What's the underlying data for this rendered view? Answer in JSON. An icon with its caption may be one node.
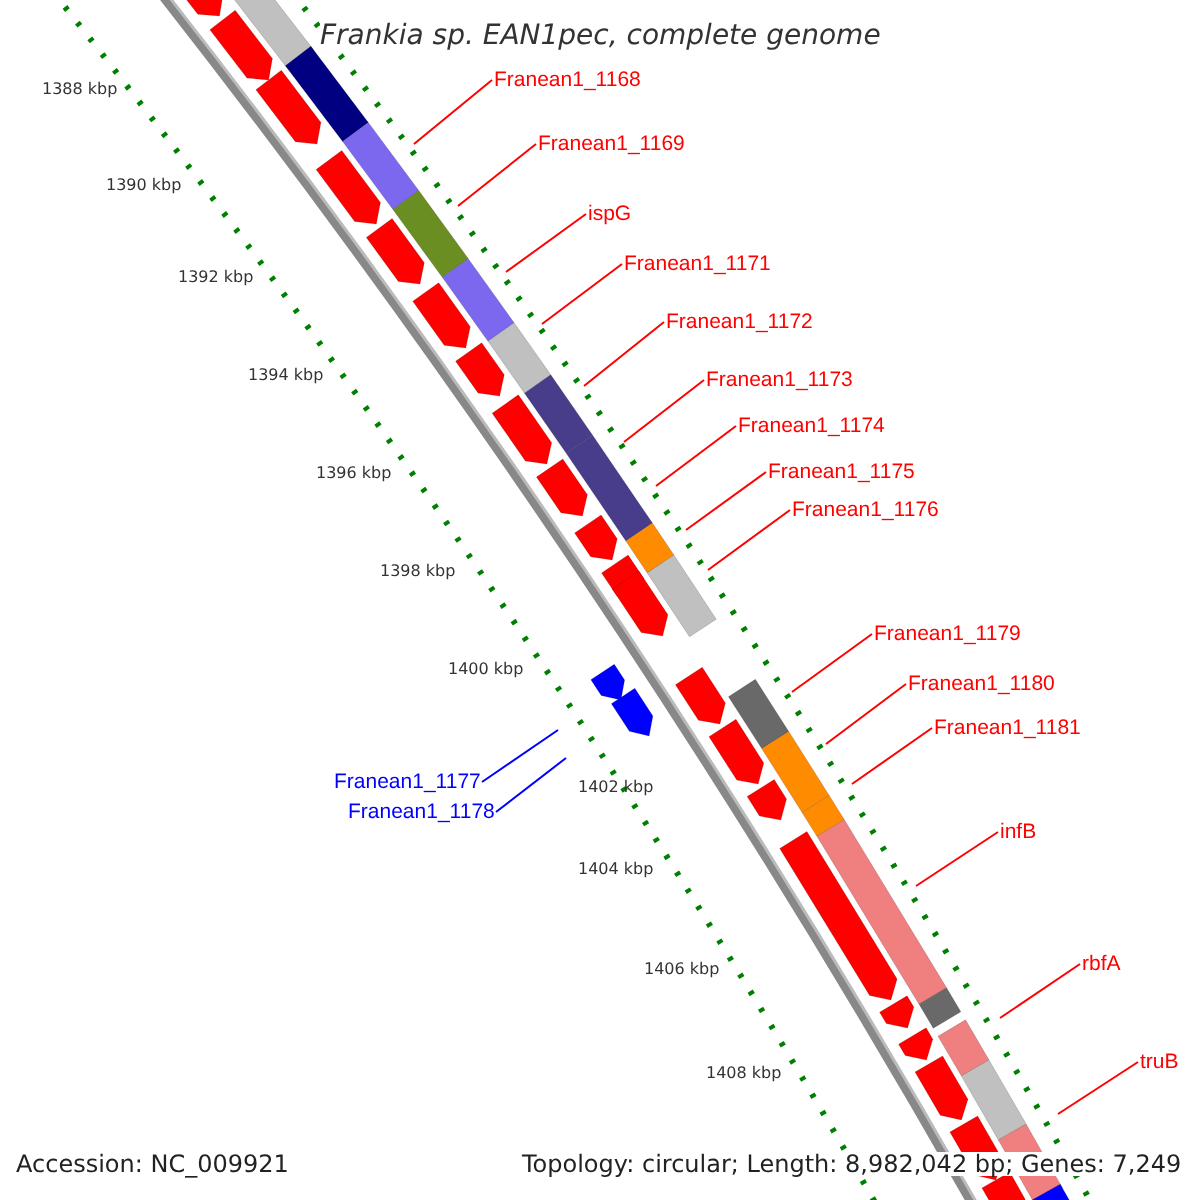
{
  "diagram": {
    "title": "Frankia sp. EAN1pec, complete genome",
    "nodes": [
      {
        "text": [
          "Franean1_1168"
        ]
      },
      {
        "text": [
          "Franean1_1169"
        ]
      },
      {
        "text": [
          "ispG"
        ]
      },
      {
        "text": [
          "Franean1_1171"
        ]
      },
      {
        "text": [
          "Franean1_1172"
        ]
      },
      {
        "text": [
          "Franean1_1173"
        ]
      },
      {
        "text": [
          "Franean1_1174"
        ]
      },
      {
        "text": [
          "Franean1_1175"
        ]
      },
      {
        "text": [
          "Franean1_1176"
        ]
      },
      {
        "text": [
          "Franean1_1179"
        ]
      },
      {
        "text": [
          "Franean1_1180"
        ]
      },
      {
        "text": [
          "Franean1_1181"
        ]
      },
      {
        "text": [
          "Franean1_1177"
        ]
      },
      {
        "text": [
          "Franean1_1178"
        ]
      },
      {
        "text": [
          "infB"
        ]
      },
      {
        "text": [
          "rbfA"
        ]
      },
      {
        "text": [
          "truB"
        ]
      }
    ],
    "edges": [
      {
        "from": 0,
        "to": null,
        "arrow": "none"
      },
      {
        "from": 1,
        "to": null,
        "arrow": "none"
      },
      {
        "from": 2,
        "to": null,
        "arrow": "none"
      },
      {
        "from": 3,
        "to": null,
        "arrow": "none"
      },
      {
        "from": 4,
        "to": null,
        "arrow": "none"
      },
      {
        "from": 5,
        "to": null,
        "arrow": "none"
      },
      {
        "from": 6,
        "to": null,
        "arrow": "none"
      },
      {
        "from": 7,
        "to": null,
        "arrow": "none"
      },
      {
        "from": 8,
        "to": null,
        "arrow": "none"
      },
      {
        "from": 9,
        "to": null,
        "arrow": "none"
      },
      {
        "from": 10,
        "to": null,
        "arrow": "none"
      },
      {
        "from": 11,
        "to": null,
        "arrow": "none"
      },
      {
        "from": 12,
        "to": null,
        "arrow": "none",
        "color": "#0000ff"
      },
      {
        "from": 13,
        "to": null,
        "arrow": "none",
        "color": "#0000ff"
      },
      {
        "from": 14,
        "to": null,
        "arrow": "none"
      },
      {
        "from": 15,
        "to": null,
        "arrow": "none"
      },
      {
        "from": 16,
        "to": null,
        "arrow": "none"
      }
    ],
    "labels": [
      "1388 kbp",
      "1390 kbp",
      "1392 kbp",
      "1394 kbp",
      "1396 kbp",
      "1398 kbp",
      "1400 kbp",
      "1402 kbp",
      "1404 kbp",
      "1406 kbp",
      "1408 kbp",
      "Accession: NC_009921",
      "Topology: circular; Length: 8,982,042 bp; Genes: 7,249"
    ]
  }
}
